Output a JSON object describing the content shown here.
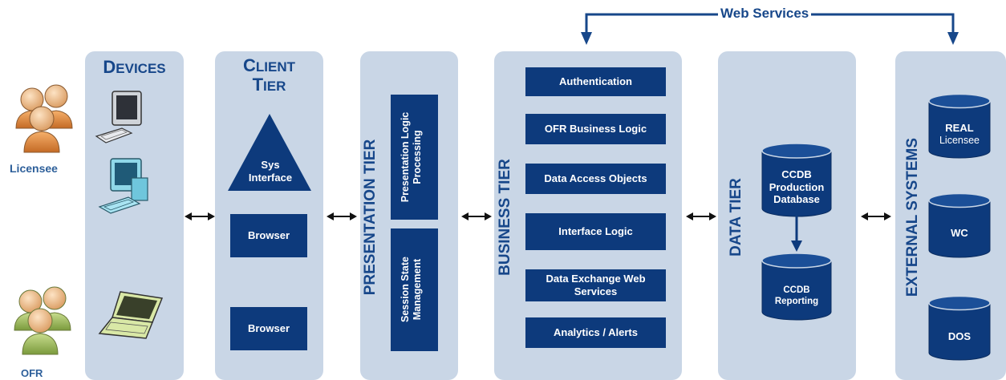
{
  "roles": {
    "licensee": "Licensee",
    "ofr": "OFR"
  },
  "connector": {
    "label": "Web Services"
  },
  "tiers": {
    "devices": {
      "title_first": "D",
      "title_rest": "EVICES"
    },
    "client": {
      "title_line1_first": "C",
      "title_line1_rest": "LIENT",
      "title_line2_first": "T",
      "title_line2_rest": "IER",
      "sys_interface": "Sys\nInterface",
      "browser_1": "Browser",
      "browser_2": "Browser"
    },
    "presentation": {
      "title": "PRESENTATION TIER",
      "logic_box": "Presentation Logic\nProcessing",
      "session_box": "Session State\nManagement"
    },
    "business": {
      "title": "BUSINESS TIER",
      "items": [
        "Authentication",
        "OFR Business Logic",
        "Data Access Objects",
        "Interface Logic",
        "Data Exchange Web\nServices",
        "Analytics / Alerts"
      ]
    },
    "data": {
      "title": "DATA TIER",
      "production_db": "CCDB\nProduction\nDatabase",
      "reporting_db": "CCDB\nReporting"
    },
    "external": {
      "title": "EXTERNAL SYSTEMS",
      "real_line1": "REAL",
      "real_line2": "Licensee",
      "wc": "WC",
      "dos": "DOS"
    }
  },
  "colors": {
    "panel": "#c9d6e6",
    "box": "#0d3a7c",
    "title": "#17478a",
    "role": "#2d5f9a"
  }
}
